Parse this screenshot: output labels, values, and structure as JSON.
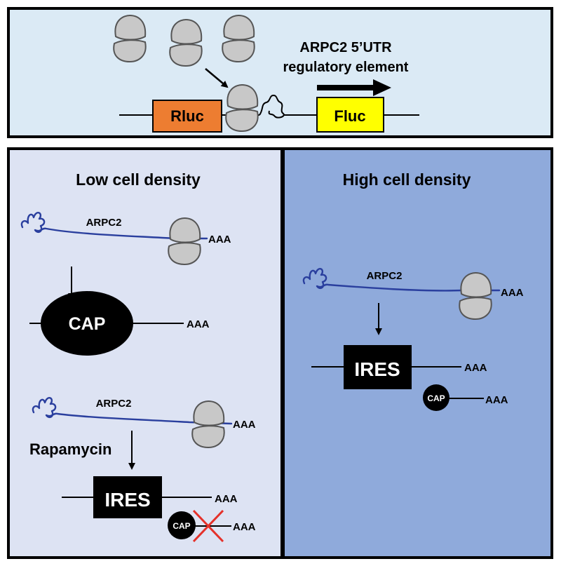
{
  "top_panel": {
    "reporter_left": "Rluc",
    "reporter_right": "Fluc",
    "element_line1": "ARPC2 5’UTR",
    "element_line2": "regulatory element",
    "colors": {
      "background": "#dbeaf5",
      "rluc": "#ed7d31",
      "fluc": "#ffff00"
    }
  },
  "low_panel": {
    "title": "Low cell density",
    "gene1": "ARPC2",
    "polyA1": "AAA",
    "cap_label": "CAP",
    "polyA_cap": "AAA",
    "gene2": "ARPC2",
    "polyA2": "AAA",
    "treatment": "Rapamycin",
    "ires_label": "IRES",
    "polyA_ires": "AAA",
    "small_cap_label": "CAP",
    "polyA_small_cap": "AAA",
    "colors": {
      "background": "#dde3f3",
      "cross": "#e5312a"
    }
  },
  "high_panel": {
    "title": "High cell density",
    "gene": "ARPC2",
    "polyA1": "AAA",
    "ires_label": "IRES",
    "polyA_ires": "AAA",
    "small_cap_label": "CAP",
    "polyA_small_cap": "AAA",
    "colors": {
      "background": "#8faadb"
    }
  }
}
